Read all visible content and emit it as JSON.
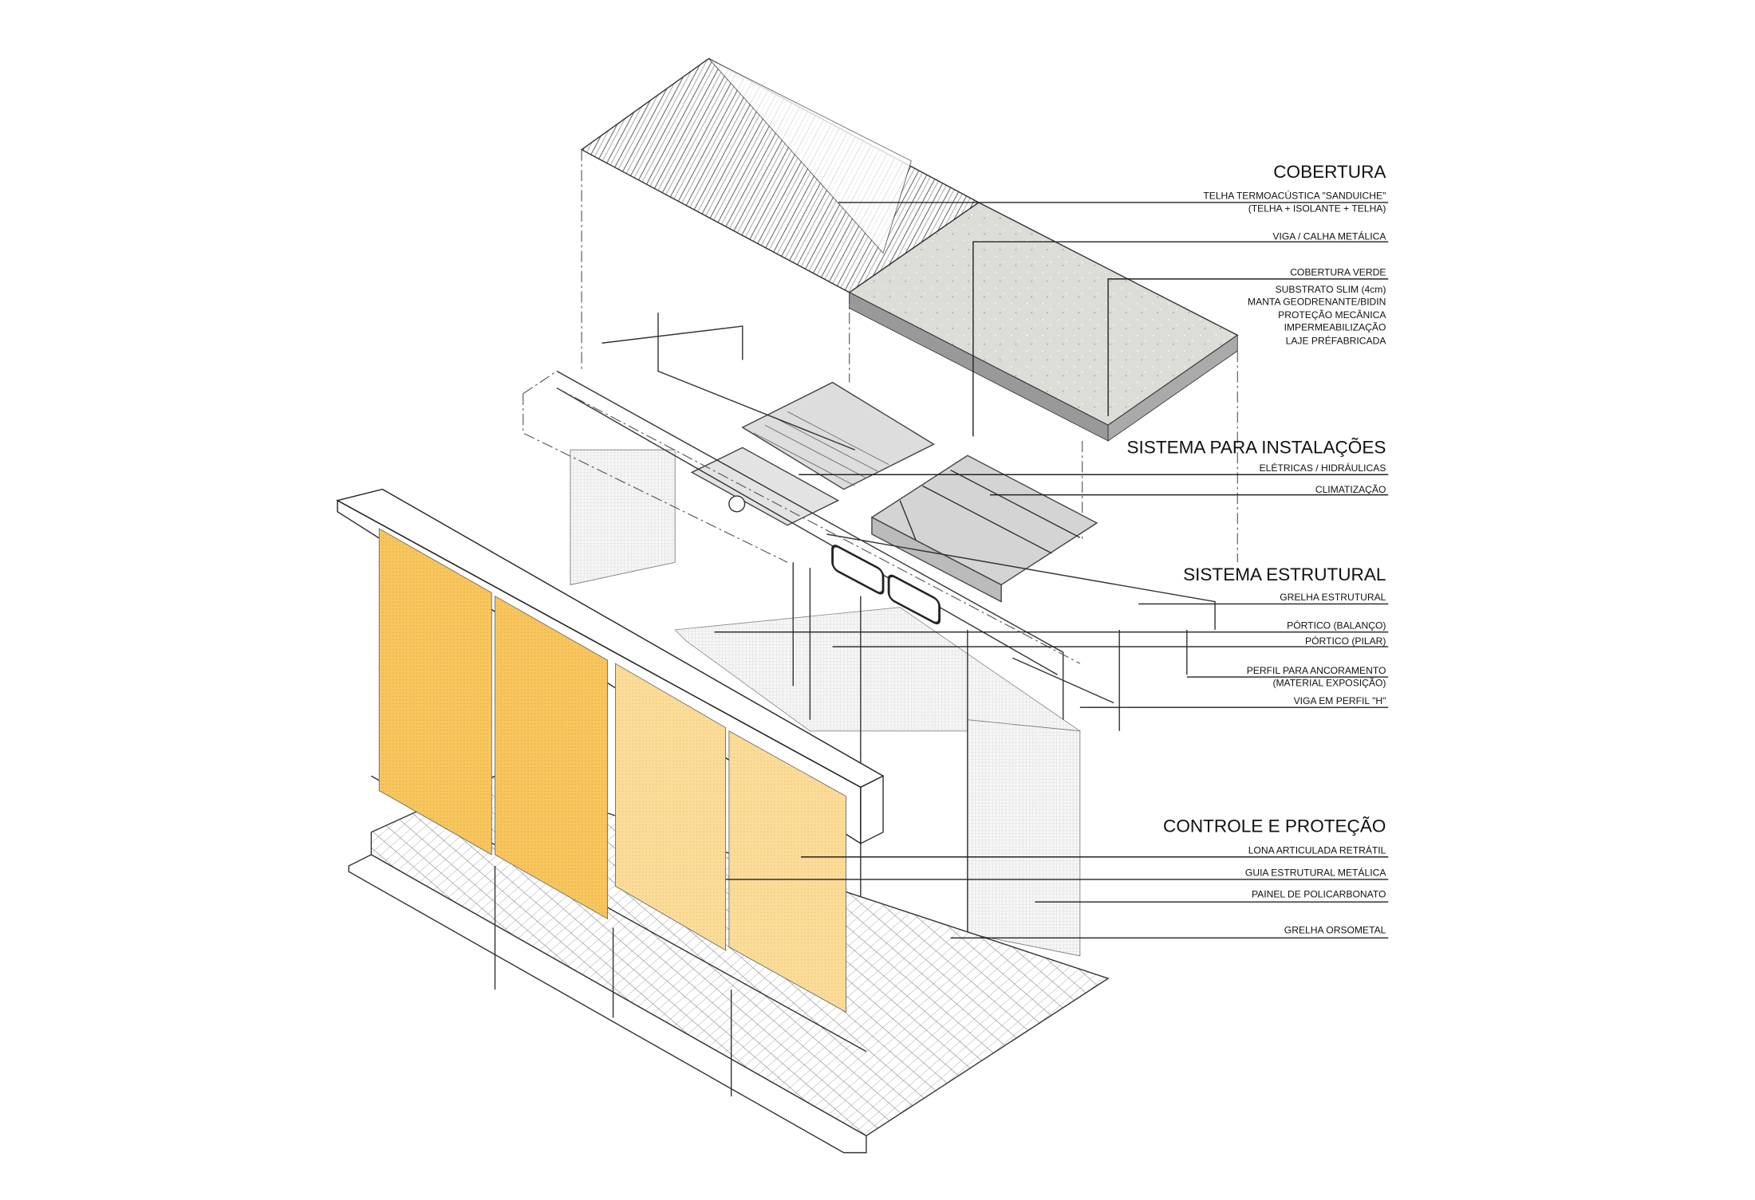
{
  "colors": {
    "panel_dark": "#f7c65e",
    "panel_light": "#fbdc9a",
    "green_roof": "#dcddd6",
    "duct": "#d4d4d4"
  },
  "sections": [
    {
      "title": "COBERTURA",
      "labels": [
        "TELHA TERMOACÚSTICA  \"SANDUICHE\"",
        "(TELHA + ISOLANTE + TELHA)",
        "VIGA  / CALHA METÁLICA",
        "COBERTURA VERDE",
        "SUBSTRATO SLIM (4cm)",
        "MANTA GEODRENANTE/BIDIN",
        "PROTEÇÃO MECÂNICA",
        "IMPERMEABILIZAÇÃO",
        "LAJE PRÉFABRICADA"
      ]
    },
    {
      "title": "SISTEMA PARA INSTALAÇÕES",
      "labels": [
        "ELÉTRICAS / HIDRÁULICAS",
        "CLIMATIZAÇÃO"
      ]
    },
    {
      "title": "SISTEMA ESTRUTURAL",
      "labels": [
        "GRELHA ESTRUTURAL",
        "PÓRTICO (BALANÇO)",
        "PÓRTICO (PILAR)",
        "PERFIL PARA ANCORAMENTO",
        "(MATERIAL EXPOSIÇÃO)",
        "VIGA EM PERFIL \"H\""
      ]
    },
    {
      "title": "CONTROLE E PROTEÇÃO",
      "labels": [
        "LONA ARTICULADA RETRÁTIL",
        "GUIA ESTRUTURAL METÁLICA",
        "PAINEL DE POLICARBONATO",
        "GRELHA ORSOMETAL"
      ]
    }
  ]
}
